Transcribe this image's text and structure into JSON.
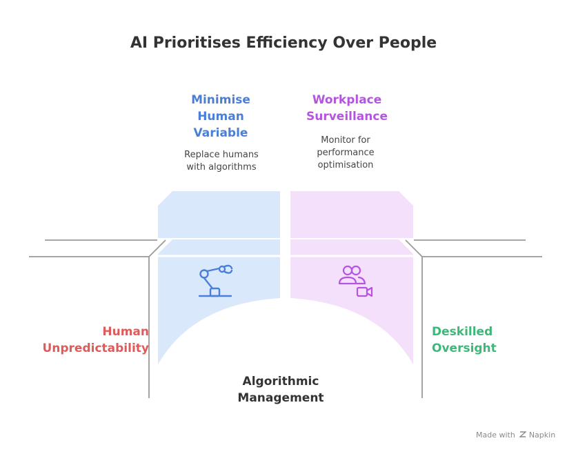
{
  "title": "AI Prioritises Efficiency Over People",
  "left_pillar": {
    "title_lines": [
      "Minimise",
      "Human",
      "Variable"
    ],
    "desc_lines": [
      "Replace humans",
      "with algorithms"
    ],
    "icon": "robot-arm-icon",
    "color": "#4a7fd8",
    "fill": "#dae8fc"
  },
  "right_pillar": {
    "title_lines": [
      "Workplace",
      "Surveillance"
    ],
    "desc_lines": [
      "Monitor for",
      "performance",
      "optimisation"
    ],
    "icon": "users-camera-icon",
    "color": "#b454e0",
    "fill": "#f4e0fb"
  },
  "left_label": {
    "lines": [
      "Human",
      "Unpredictability"
    ],
    "color": "#e05a5a"
  },
  "right_label": {
    "lines": [
      "Deskilled",
      "Oversight"
    ],
    "color": "#3cb878"
  },
  "bottom_label": {
    "lines": [
      "Algorithmic",
      "Management"
    ]
  },
  "credit": {
    "made_with": "Made with",
    "brand": "Napkin"
  }
}
